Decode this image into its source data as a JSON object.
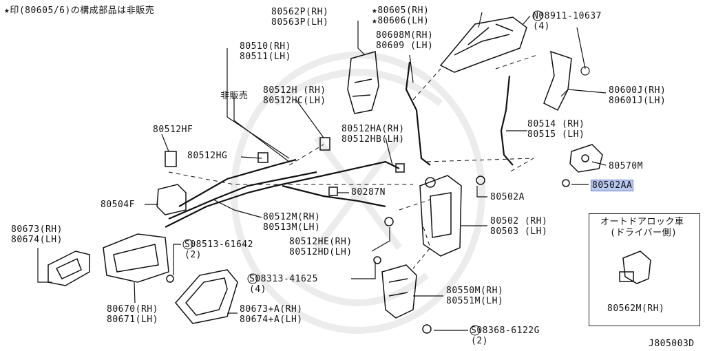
{
  "note": "★印(80605/6)の構成部品は非販売",
  "diagram_code": "J805003D",
  "inset": {
    "title": "オートドアロック車",
    "subtitle": "(ドライバー側)",
    "part": "80562M(RH)"
  },
  "labels": {
    "p80562": "80562P(RH)\n80563P(LH)",
    "p80605": "★80605(RH)\n★80606(LH)",
    "p08911": "N08911-10637\n(4)",
    "p80608": "80608M(RH)\n80609 (LH)",
    "p80510": "80510(RH)\n80511(LH)",
    "hihanbai": "非販売",
    "p80512h": "80512H (RH)\n80512HC(LH)",
    "p80600j": "80600J(RH)\n80601J(LH)",
    "p80512hf": "80512HF",
    "p80512ha": "80512HA(RH)\n80512HB(LH)",
    "p80514": "80514 (RH)\n80515 (LH)",
    "p80512hg": "80512HG",
    "p80570m": "80570M",
    "p80502aa": "80502AA",
    "p80287n": "80287N",
    "p80502a": "80502A",
    "p80504f": "80504F",
    "p80512m": "80512M(RH)\n80513M(LH)",
    "p80502": "80502 (RH)\n80503 (LH)",
    "p80673": "80673(RH)\n80674(LH)",
    "p08513": "S08513-61642\n(2)",
    "p80512he": "80512HE(RH)\n80512HD(LH)",
    "p08313": "S08313-41625\n(4)",
    "p80550m": "80550M(RH)\n80551M(LH)",
    "p80670": "80670(RH)\n80671(LH)",
    "p80673a": "80673+A(RH)\n80674+A(LH)",
    "p08368": "S08368-6122G\n(2)"
  },
  "highlight_color": "#b9c8ef"
}
